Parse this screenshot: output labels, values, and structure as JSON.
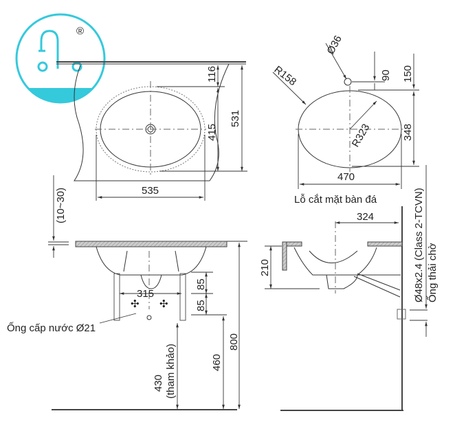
{
  "logo": {
    "name": "faucet-logo",
    "mark": "®",
    "color": "#35c9dc"
  },
  "top_view": {
    "d_116": "116",
    "d_415": "415",
    "d_531": "531",
    "d_535": "535"
  },
  "cutout_view": {
    "d_36": "Ø36",
    "r_158": "R158",
    "d_90": "90",
    "d_150": "150",
    "r_323": "R323",
    "d_348": "348",
    "d_470": "470",
    "caption": "Lỗ cắt mặt bàn đá"
  },
  "front_view": {
    "d_10_30": "(10~30)",
    "d_315": "315",
    "d_85a": "85",
    "d_85b": "85",
    "d_800": "800",
    "supply_label": "Ống cấp nước Ø21",
    "d_430": "430",
    "d_430_note": "(tham khảo)",
    "d_460": "460"
  },
  "side_view": {
    "d_324": "324",
    "d_210": "210",
    "drain_spec": "Ø48x2.4 (Class 2-TCVN)",
    "drain_label": "Ống thải chờ"
  }
}
